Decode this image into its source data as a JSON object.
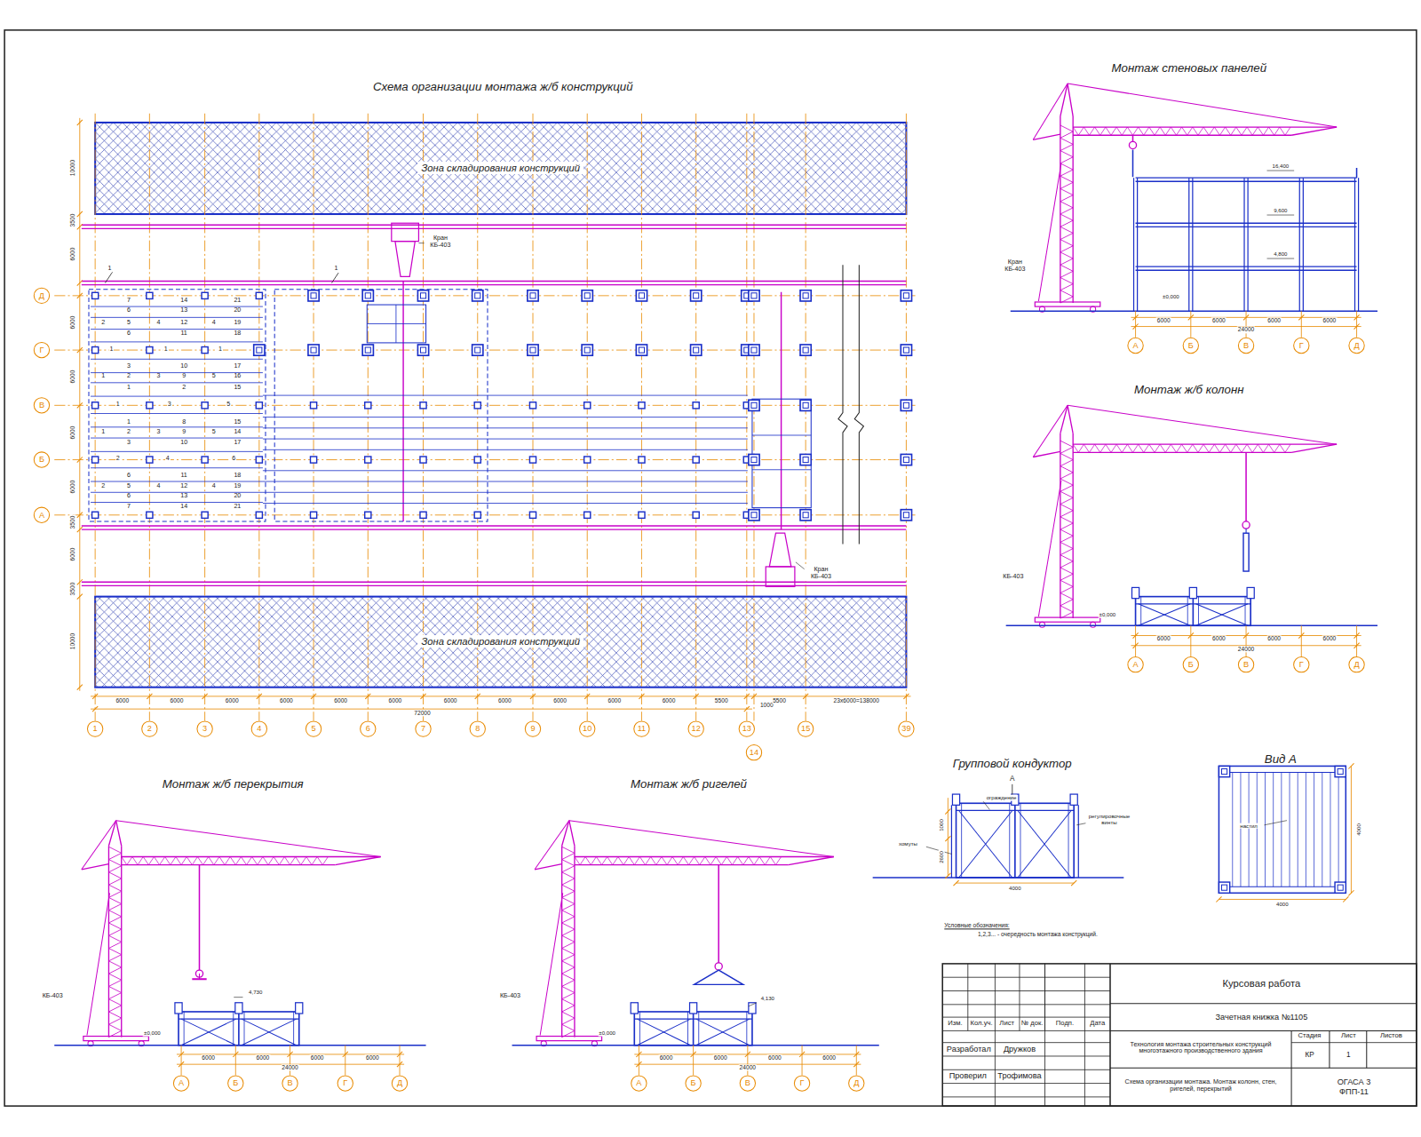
{
  "diagram": {
    "title": "Схема организации монтажа ж/б конструкций",
    "nodes": [
      {
        "text": [
          "Зона складирования конструкций"
        ]
      },
      {
        "text": [
          "Зона складирования конструкций"
        ]
      }
    ],
    "labels": [
      "Монтаж стеновых панелей",
      "Монтаж ж/б колонн",
      "Монтаж ж/б перекрытия",
      "Монтаж ж/б ригелей",
      "Групповой кондуктор",
      "Вид А",
      "Кран КБ-403",
      "Кран КБ-403",
      "Д",
      "Г",
      "В",
      "Б",
      "А",
      "1",
      "2",
      "3",
      "4",
      "5",
      "6",
      "7",
      "8",
      "9",
      "10",
      "11",
      "12",
      "13",
      "14",
      "15",
      "39",
      "6000",
      "6000",
      "6000",
      "6000",
      "6000",
      "6000",
      "6000",
      "6000",
      "6000",
      "6000",
      "6000",
      "5500",
      "1000",
      "5500",
      "23х6000=138000",
      "72000",
      "10000",
      "3500",
      "6000",
      "6000",
      "6000",
      "6000",
      "6000",
      "3500",
      "6000",
      "3500",
      "10000",
      "1",
      "1",
      "7",
      "14",
      "21",
      "6",
      "13",
      "20",
      "2",
      "5",
      "4",
      "12",
      "4",
      "19",
      "6",
      "11",
      "18",
      "1",
      "1",
      "1",
      "3",
      "10",
      "17",
      "1",
      "2",
      "3",
      "9",
      "5",
      "16",
      "1",
      "2",
      "15",
      "1",
      "3",
      "5",
      "1",
      "8",
      "15",
      "1",
      "2",
      "3",
      "9",
      "5",
      "14",
      "3",
      "10",
      "17",
      "2",
      "4",
      "6",
      "6",
      "11",
      "18",
      "2",
      "5",
      "4",
      "12",
      "4",
      "19",
      "6",
      "13",
      "20",
      "7",
      "14",
      "21",
      "Кран КБ-403",
      "16,400",
      "9,600",
      "4,800",
      "±0,000",
      "6000",
      "6000",
      "6000",
      "6000",
      "24000",
      "А",
      "Б",
      "В",
      "Г",
      "Д",
      "КБ-403",
      "±0,000",
      "6000",
      "6000",
      "6000",
      "6000",
      "24000",
      "А",
      "Б",
      "В",
      "Г",
      "Д",
      "КБ-403",
      "4,730",
      "±0,000",
      "6000",
      "6000",
      "6000",
      "6000",
      "24000",
      "А",
      "Б",
      "В",
      "Г",
      "Д",
      "КБ-403",
      "4,130",
      "±0,000",
      "6000",
      "6000",
      "6000",
      "6000",
      "24000",
      "А",
      "Б",
      "В",
      "Г",
      "Д",
      "А",
      "ограждение",
      "регулировочные винты",
      "хомуты",
      "1000",
      "2600",
      "4000",
      "настил",
      "4000",
      "4000",
      "Условные обозначения:",
      "1,2,3... - очередность монтажа конструкций.",
      "Курсовая работа",
      "Зачетная книжка №1105",
      "Изм.",
      "Кол.уч.",
      "Лист",
      "№ док.",
      "Подп.",
      "Дата",
      "Разработал",
      "Дружков",
      "Проверил",
      "Трофимова",
      "Технология монтажа строительных конструкций многоэтажного производственного здания",
      "Стадия",
      "Лист",
      "Листов",
      "КР",
      "1",
      "Схема организации монтажа. Монтаж колонн, стен, ригелей, перекрытий",
      "ОГАСА 3 ФПП-11"
    ]
  }
}
